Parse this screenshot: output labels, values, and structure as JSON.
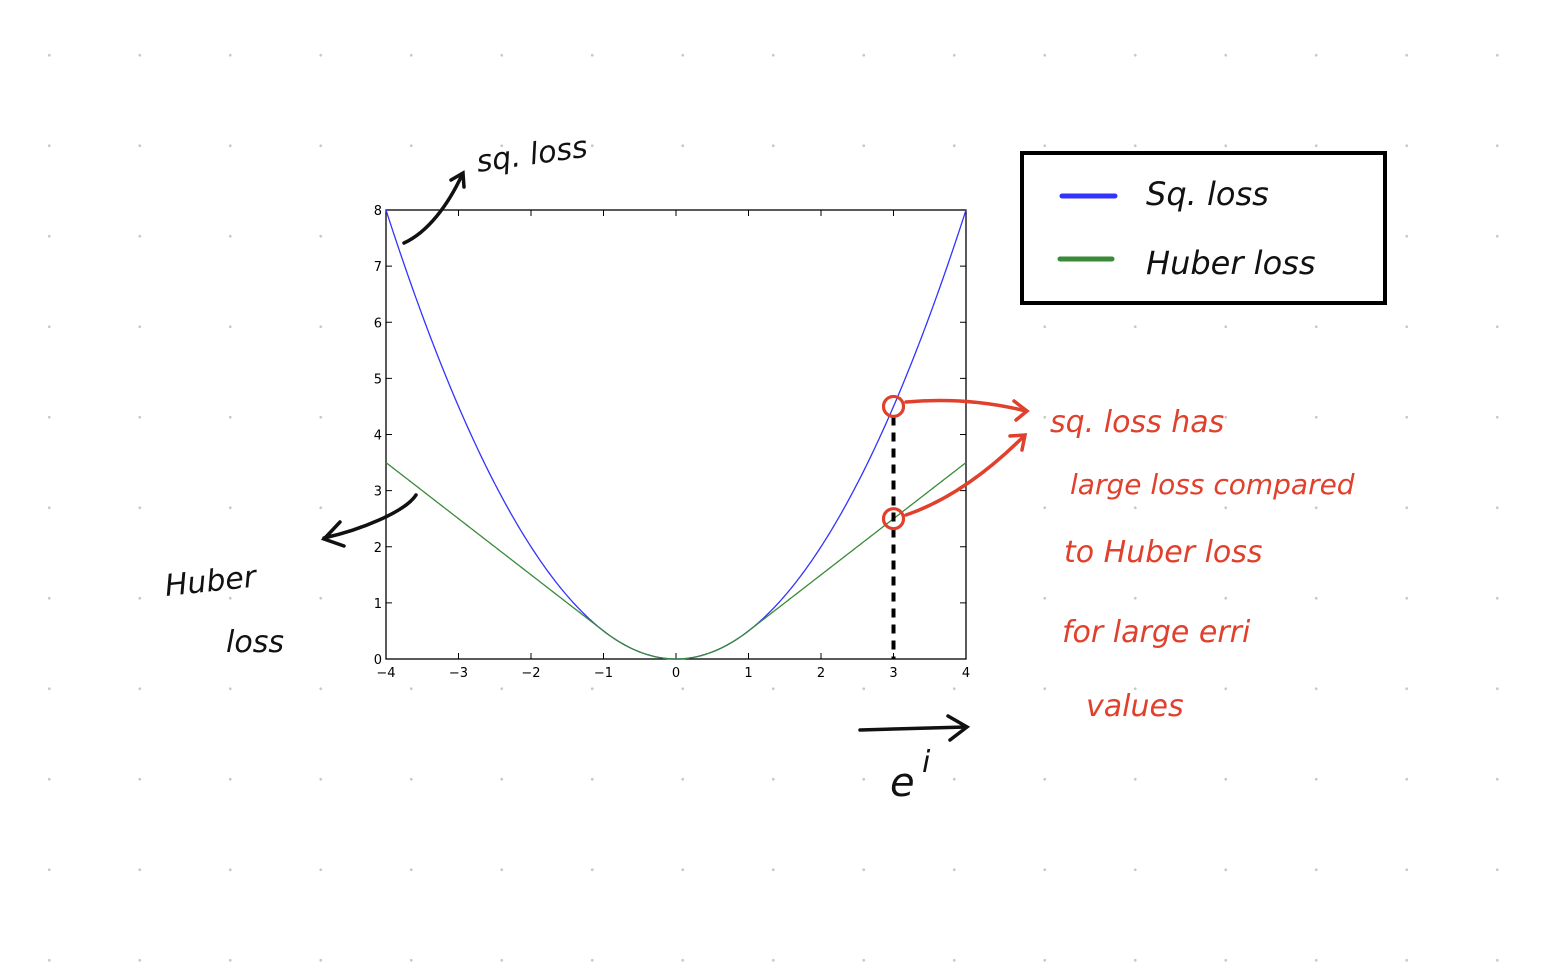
{
  "chart_data": {
    "type": "line",
    "title": "",
    "xlabel": "",
    "ylabel": "",
    "xlim": [
      -4,
      4
    ],
    "ylim": [
      0,
      8
    ],
    "xticks": [
      -4,
      -3,
      -2,
      -1,
      0,
      1,
      2,
      3,
      4
    ],
    "yticks": [
      0,
      1,
      2,
      3,
      4,
      5,
      6,
      7,
      8
    ],
    "xtick_labels": [
      "−4",
      "−3",
      "−2",
      "−1",
      "0",
      "1",
      "2",
      "3",
      "4"
    ],
    "ytick_labels": [
      "0",
      "1",
      "2",
      "3",
      "4",
      "5",
      "6",
      "7",
      "8"
    ],
    "grid": false,
    "legend_position": "outside-top-right",
    "series": [
      {
        "name": "Sq. loss",
        "color": "#3333ff",
        "x": [
          -4,
          -3.5,
          -3,
          -2.5,
          -2,
          -1.5,
          -1,
          -0.5,
          0,
          0.5,
          1,
          1.5,
          2,
          2.5,
          3,
          3.5,
          4
        ],
        "y": [
          8,
          6.125,
          4.5,
          3.125,
          2,
          1.125,
          0.5,
          0.125,
          0,
          0.125,
          0.5,
          1.125,
          2,
          3.125,
          4.5,
          6.125,
          8
        ]
      },
      {
        "name": "Huber loss",
        "color": "#3a8a3a",
        "x": [
          -4,
          -3.5,
          -3,
          -2.5,
          -2,
          -1.5,
          -1,
          -0.5,
          0,
          0.5,
          1,
          1.5,
          2,
          2.5,
          3,
          3.5,
          4
        ],
        "y": [
          3.5,
          3,
          2.5,
          2,
          1.5,
          1,
          0.5,
          0.125,
          0,
          0.125,
          0.5,
          1,
          1.5,
          2,
          2.5,
          3,
          3.5
        ]
      }
    ],
    "highlight": {
      "x": 3,
      "sq_loss": 4.5,
      "huber_loss": 2.5,
      "marker_color": "#e0402c"
    }
  },
  "annotations": {
    "sq_loss_arrow": "sq. loss",
    "huber_loss_arrow_line1": "Huber",
    "huber_loss_arrow_line2": "loss",
    "x_axis_hand": "e",
    "x_axis_hand_sup": "i",
    "legend_sq": "Sq. loss",
    "legend_huber": "Huber loss",
    "note_lines": [
      "sq. loss has",
      "large loss compared",
      "to Huber loss",
      "for large erri",
      "values"
    ]
  }
}
